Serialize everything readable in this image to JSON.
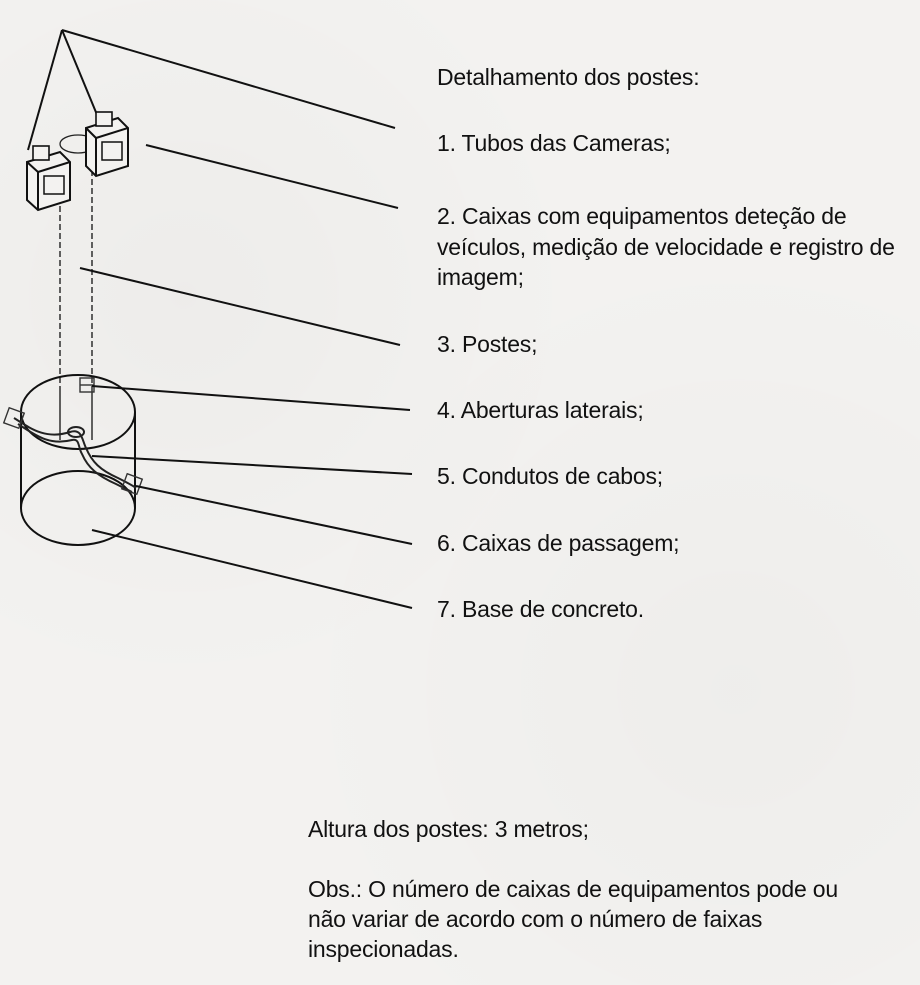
{
  "title": "Detalhamento dos postes:",
  "items": [
    "1. Tubos das Cameras;",
    "2. Caixas com equipamentos deteção de veículos, medição de velocidade e registro de imagem;",
    "3. Postes;",
    "4. Aberturas laterais;",
    "5. Condutos de cabos;",
    "6. Caixas de passagem;",
    "7. Base de concreto."
  ],
  "height_note": "Altura dos postes: 3 metros;",
  "obs_note": "Obs.: O número de caixas de equipamentos pode ou não variar de acordo com o número de faixas inspecionadas."
}
